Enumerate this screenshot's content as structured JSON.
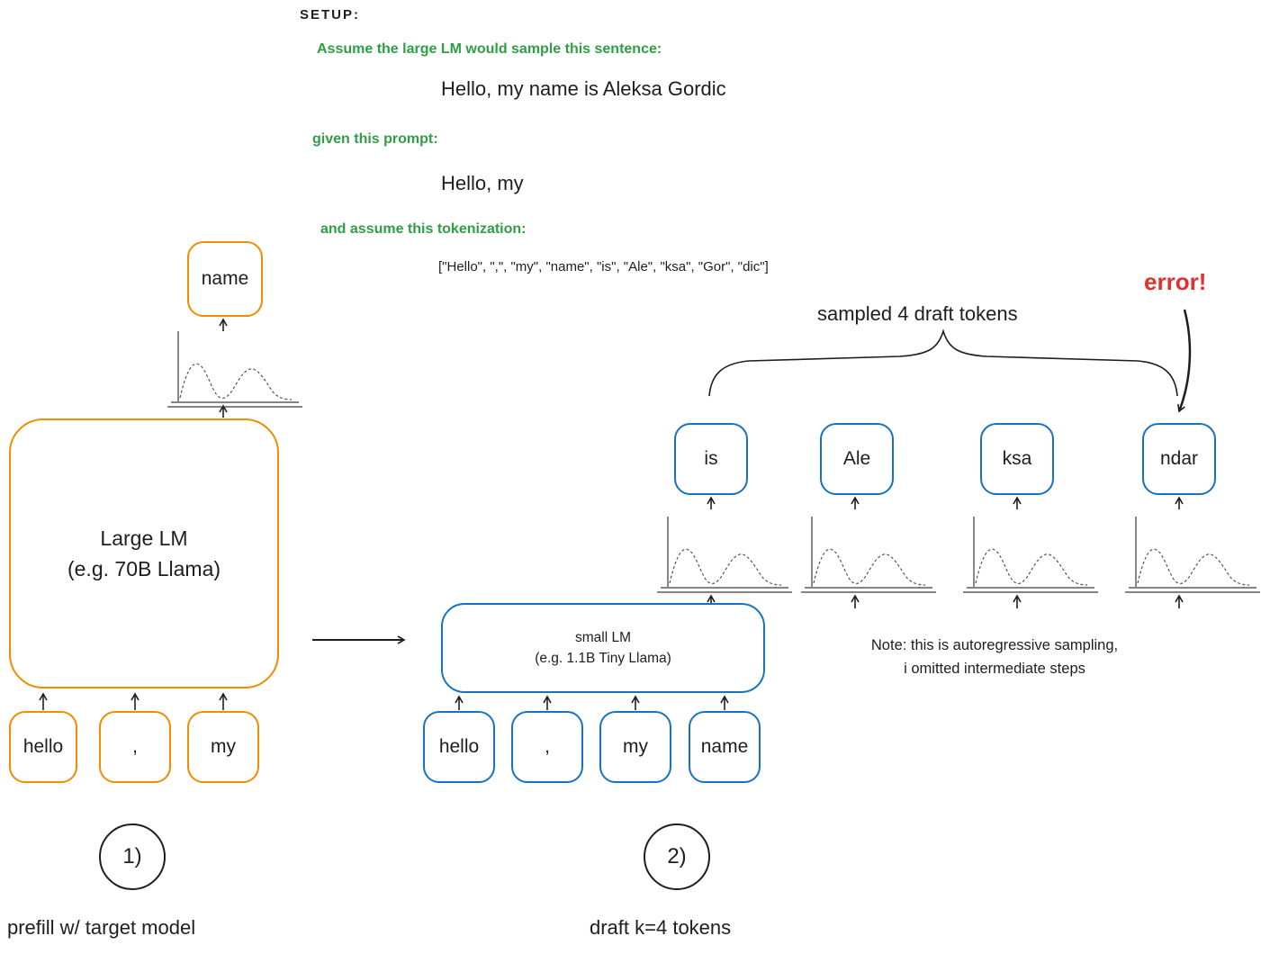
{
  "setup": {
    "title": "SETUP:",
    "assumption_label": "Assume the large LM would sample this sentence:",
    "sentence": "Hello, my name is Aleksa Gordic",
    "prompt_label": "given this prompt:",
    "prompt": "Hello, my",
    "tokenization_label": "and assume this tokenization:",
    "tokenization": "[\"Hello\", \",\", \"my\", \"name\", \"is\", \"Ale\", \"ksa\", \"Gor\", \"dic\"]"
  },
  "colors": {
    "orange": "#f08c00",
    "blue": "#1971c2",
    "green": "#2f9e44",
    "red": "#e03131",
    "ink": "#1e1e1e"
  },
  "step1": {
    "model_name": "Large LM",
    "model_detail": "(e.g. 70B Llama)",
    "output_token": "name",
    "input_tokens": [
      "hello",
      ",",
      "my"
    ],
    "step_label": "1)",
    "caption": "prefill w/ target model"
  },
  "step2": {
    "model_name": "small LM",
    "model_detail": "(e.g. 1.1B Tiny Llama)",
    "input_tokens": [
      "hello",
      ",",
      "my",
      "name"
    ],
    "draft_tokens": [
      "is",
      "Ale",
      "ksa",
      "ndar"
    ],
    "step_label": "2)",
    "caption": "draft k=4 tokens",
    "brace_label": "sampled 4 draft tokens",
    "error_label": "error!",
    "note_line1": "Note: this is autoregressive sampling,",
    "note_line2": "i omitted intermediate steps"
  }
}
